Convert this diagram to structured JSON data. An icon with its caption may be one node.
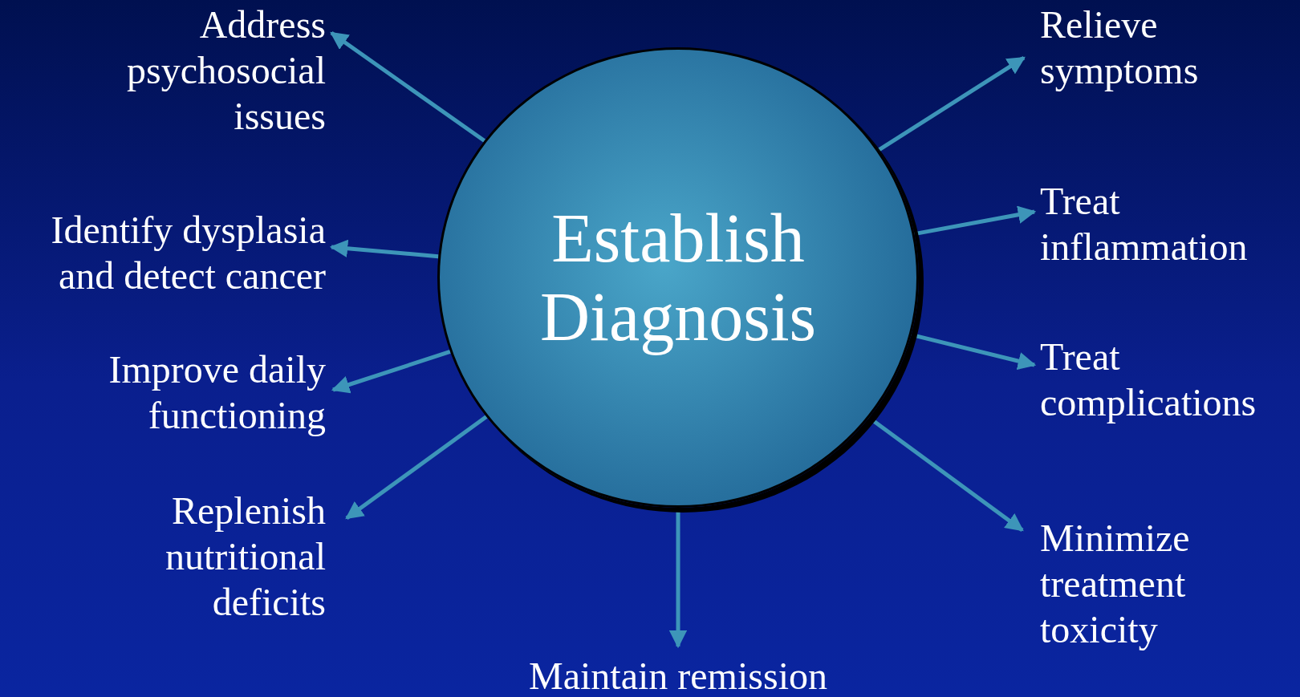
{
  "diagram": {
    "nodes": [
      {
        "text": [
          "Establish Diagnosis"
        ]
      },
      {
        "text": [
          "Address psychosocial issues"
        ]
      },
      {
        "text": [
          "Relieve symptoms"
        ]
      },
      {
        "text": [
          "Identify dysplasia and detect cancer"
        ]
      },
      {
        "text": [
          "Treat inflammation"
        ]
      },
      {
        "text": [
          "Improve daily functioning"
        ]
      },
      {
        "text": [
          "Treat complications"
        ]
      },
      {
        "text": [
          "Replenish nutritional deficits"
        ]
      },
      {
        "text": [
          "Minimize treatment toxicity"
        ]
      },
      {
        "text": [
          "Maintain remission"
        ]
      }
    ],
    "edges": [
      {
        "from": 0,
        "to": 1,
        "arrow": "to"
      },
      {
        "from": 0,
        "to": 2,
        "arrow": "to"
      },
      {
        "from": 0,
        "to": 3,
        "arrow": "to"
      },
      {
        "from": 0,
        "to": 4,
        "arrow": "to"
      },
      {
        "from": 0,
        "to": 5,
        "arrow": "to"
      },
      {
        "from": 0,
        "to": 6,
        "arrow": "to"
      },
      {
        "from": 0,
        "to": 7,
        "arrow": "to"
      },
      {
        "from": 0,
        "to": 8,
        "arrow": "to"
      },
      {
        "from": 0,
        "to": 9,
        "arrow": "to"
      }
    ]
  }
}
